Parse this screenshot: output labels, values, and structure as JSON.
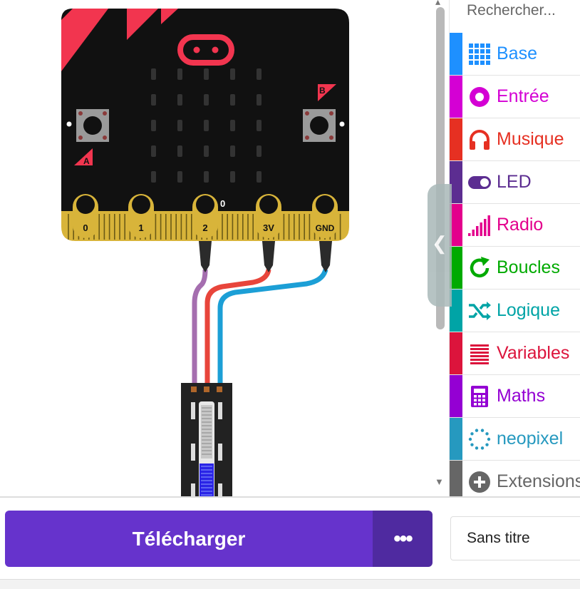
{
  "simulator": {
    "board_pins": [
      "0",
      "1",
      "2",
      "3V",
      "GND"
    ],
    "button_a": "A",
    "button_b": "B",
    "pin_value": "0",
    "colors": {
      "board": "#111111",
      "accent": "#f2354f",
      "gold": "#d8b43a",
      "wire_signal": "#a56eaf",
      "wire_power": "#e8453b",
      "wire_ground": "#1c9fd6"
    }
  },
  "toolbox": {
    "search_placeholder": "Rechercher...",
    "categories": [
      {
        "label": "Base",
        "icon": "grid-icon",
        "color": "#1e90ff"
      },
      {
        "label": "Entrée",
        "icon": "target-icon",
        "color": "#d400d4"
      },
      {
        "label": "Musique",
        "icon": "headphones-icon",
        "color": "#e63022"
      },
      {
        "label": "LED",
        "icon": "toggle-icon",
        "color": "#5c2d91"
      },
      {
        "label": "Radio",
        "icon": "signal-bars-icon",
        "color": "#e3008c"
      },
      {
        "label": "Boucles",
        "icon": "refresh-icon",
        "color": "#00aa00"
      },
      {
        "label": "Logique",
        "icon": "shuffle-icon",
        "color": "#00a4a6"
      },
      {
        "label": "Variables",
        "icon": "list-icon",
        "color": "#dc143c"
      },
      {
        "label": "Maths",
        "icon": "calculator-icon",
        "color": "#9400d3"
      },
      {
        "label": "neopixel",
        "icon": "dotted-circle-icon",
        "color": "#2699bf"
      },
      {
        "label": "Extensions",
        "icon": "plus-circle-icon",
        "color": "#666666"
      }
    ]
  },
  "bottom": {
    "download_label": "Télécharger",
    "more_label": "•••",
    "project_name": "Sans titre",
    "colors": {
      "download": "#6633cc",
      "more": "#4f2aa0"
    }
  }
}
